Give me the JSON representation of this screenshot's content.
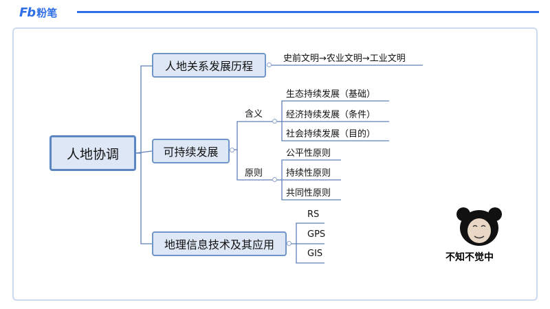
{
  "header": {
    "logo_mark": "Fb",
    "logo_text": "粉笔"
  },
  "diagram": {
    "root": "人地协调",
    "branches": [
      {
        "label": "人地关系发展历程",
        "leaf": "史前文明→农业文明→工业文明"
      },
      {
        "label": "可持续发展",
        "groups": [
          {
            "label": "含义",
            "items": [
              "生态持续发展（基础）",
              "经济持续发展（条件）",
              "社会持续发展（目的）"
            ]
          },
          {
            "label": "原则",
            "items": [
              "公平性原则",
              "持续性原则",
              "共同性原则"
            ]
          }
        ]
      },
      {
        "label": "地理信息技术及其应用",
        "items": [
          "RS",
          "GPS",
          "GIS"
        ]
      }
    ]
  },
  "meme": {
    "caption": "不知不觉中",
    "icon": "panda-face-meme-icon"
  },
  "colors": {
    "accent": "#2e6ee6",
    "box_fill": "#dde7f5",
    "box_border": "#6f94c9",
    "line": "#5d7fb8"
  }
}
